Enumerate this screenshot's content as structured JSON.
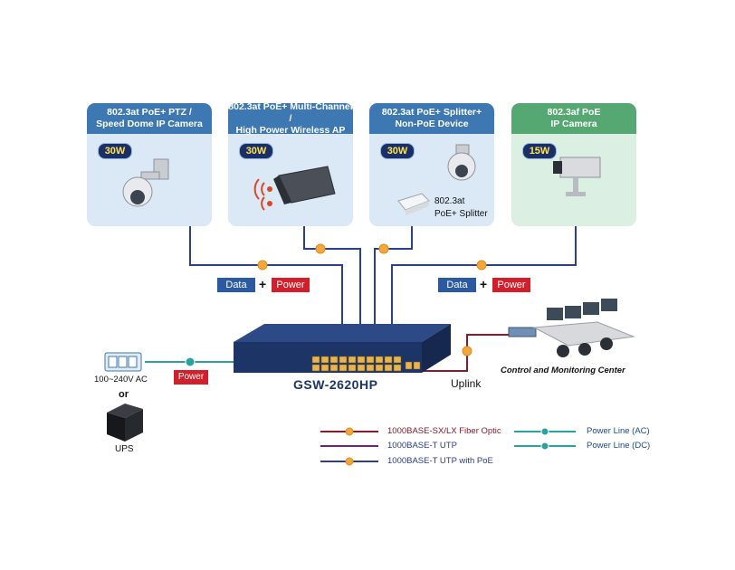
{
  "devices": [
    {
      "title": "802.3at PoE+ PTZ /\nSpeed Dome IP Camera",
      "power": "30W",
      "color": "#3d78b3"
    },
    {
      "title": "802.3at PoE+ Multi-Channel /\nHigh Power Wireless AP",
      "power": "30W",
      "color": "#3d78b3"
    },
    {
      "title": "802.3at PoE+ Splitter+\nNon-PoE Device",
      "power": "30W",
      "color": "#3d78b3"
    },
    {
      "title": "802.3af PoE\nIP Camera",
      "power": "15W",
      "color": "#56a872"
    }
  ],
  "splitter_label": "802.3at\nPoE+ Splitter",
  "data_label": "Data",
  "plus": "+",
  "power_label": "Power",
  "switch_name": "GSW-2620HP",
  "uplink_label": "Uplink",
  "control_center_label": "Control and Monitoring Center",
  "ac_label": "100~240V AC",
  "or_label": "or",
  "ups_label": "UPS",
  "legend": [
    {
      "label": "1000BASE-SX/LX Fiber Optic",
      "color": "#8b1a2b",
      "text_color": "#8b1a2b"
    },
    {
      "label": "1000BASE-T UTP",
      "color": "#6b2a6e",
      "text_color": "#2b3f8a"
    },
    {
      "label": "1000BASE-T UTP with PoE",
      "color": "#2b3f8a",
      "text_color": "#2b3f8a"
    },
    {
      "label": "Power Line (AC)",
      "color": "#2aa3a0",
      "text_color": "#1a4a8a"
    },
    {
      "label": "Power Line (DC)",
      "color": "#2aa3a0",
      "text_color": "#1a4a8a"
    }
  ],
  "colors": {
    "poe": "#2b3f8a",
    "fiber": "#8b1a2b",
    "power": "#2aa3a0",
    "switch": "#1d3566"
  }
}
